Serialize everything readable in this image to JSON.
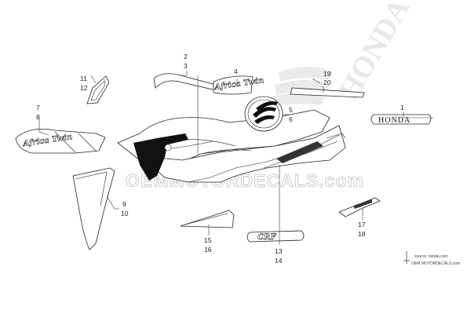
{
  "watermark": {
    "text": "OEMMOTORDECALS.com",
    "brand": "HONDA"
  },
  "source_credit": {
    "line1": "source: honda.com",
    "line2": "OEM MOTORDECALS.com"
  },
  "decals": {
    "honda_emblem_text": "HONDA",
    "model_script": "Africa Twin",
    "stripe_script": "CRF"
  },
  "callouts": [
    {
      "id": "c1",
      "upper": "1",
      "lower": ""
    },
    {
      "id": "c2",
      "upper": "2",
      "lower": "3"
    },
    {
      "id": "c4",
      "upper": "4",
      "lower": ""
    },
    {
      "id": "c5",
      "upper": "5",
      "lower": "6"
    },
    {
      "id": "c7",
      "upper": "7",
      "lower": "8"
    },
    {
      "id": "c9",
      "upper": "9",
      "lower": "10"
    },
    {
      "id": "c11",
      "upper": "11",
      "lower": "12"
    },
    {
      "id": "c13",
      "upper": "13",
      "lower": "14"
    },
    {
      "id": "c15",
      "upper": "15",
      "lower": "16"
    },
    {
      "id": "c17",
      "upper": "17",
      "lower": "18"
    },
    {
      "id": "c19",
      "upper": "19",
      "lower": "20"
    }
  ],
  "colors": {
    "line": "#222222",
    "watermark": "#bfbfbf",
    "fill_dark": "#111111"
  }
}
